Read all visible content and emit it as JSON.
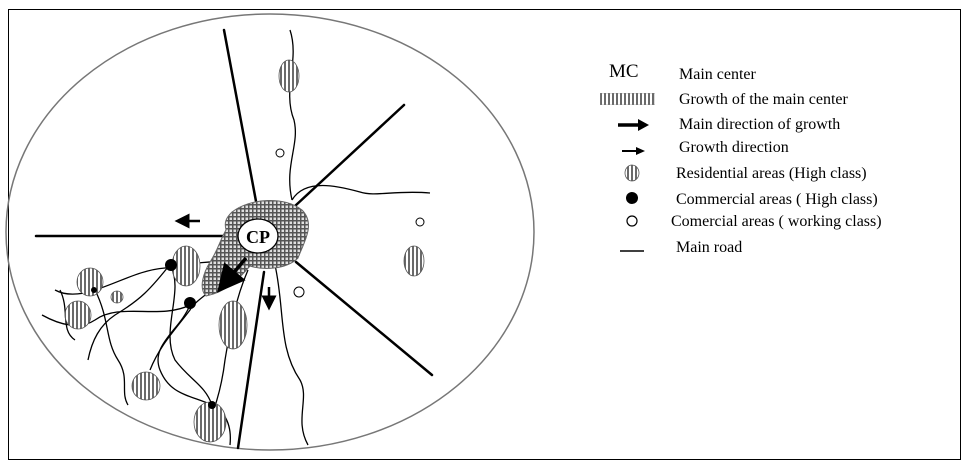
{
  "diagram": {
    "center_label": "CP"
  },
  "legend": {
    "mc_symbol": "MC",
    "items": [
      {
        "key": "main-center",
        "label": "Main center"
      },
      {
        "key": "growth-main-center",
        "label": "Growth of the main center"
      },
      {
        "key": "main-direction",
        "label": "Main direction of growth"
      },
      {
        "key": "growth-direction",
        "label": "Growth direction"
      },
      {
        "key": "residential-high",
        "label": "Residential areas (High class)"
      },
      {
        "key": "commercial-high",
        "label": "Commercial areas ( High class)"
      },
      {
        "key": "commercial-working",
        "label": "Comercial areas ( working class)"
      },
      {
        "key": "main-road",
        "label": "Main road"
      }
    ]
  }
}
